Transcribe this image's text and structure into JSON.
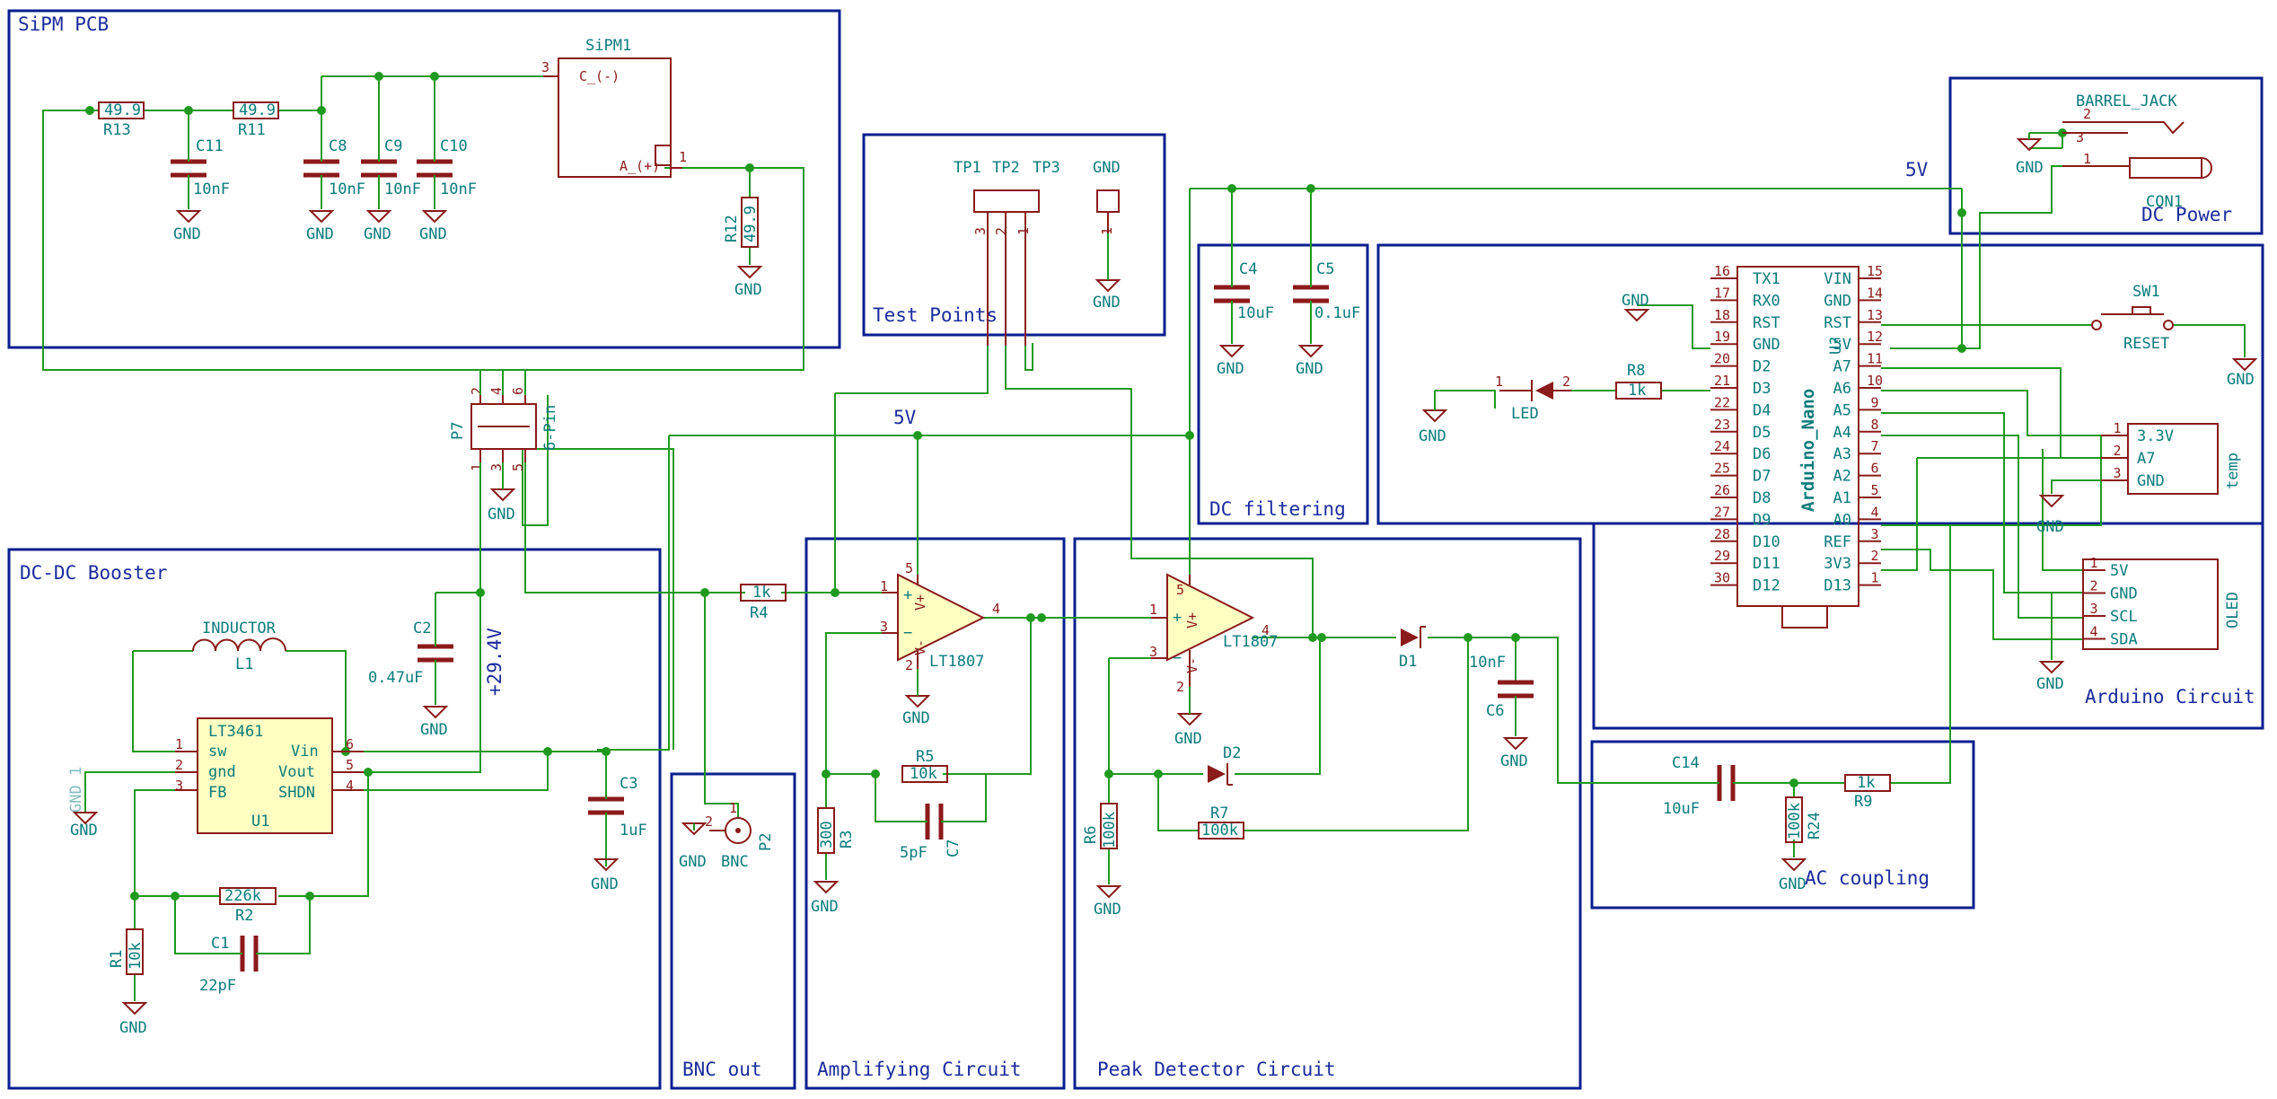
{
  "sections": [
    {
      "label": "SiPM PCB"
    },
    {
      "label": "Test Points"
    },
    {
      "label": "DC filtering"
    },
    {
      "label": "DC Power"
    },
    {
      "label": "Arduino Circuit"
    },
    {
      "label": "DC-DC Booster"
    },
    {
      "label": "BNC out"
    },
    {
      "label": "Amplifying Circuit"
    },
    {
      "label": "Peak Detector Circuit"
    },
    {
      "label": "AC coupling"
    }
  ],
  "net_labels": [
    {
      "text": "5V"
    },
    {
      "text": "5V"
    },
    {
      "text": "+29.4V"
    }
  ],
  "gnd_label": "GND",
  "resistors": [
    {
      "ref": "R13",
      "value": "49.9"
    },
    {
      "ref": "R11",
      "value": "49.9"
    },
    {
      "ref": "R12",
      "value": "49.9"
    },
    {
      "ref": "R4",
      "value": "1k"
    },
    {
      "ref": "R5",
      "value": "10k"
    },
    {
      "ref": "R3",
      "value": "300"
    },
    {
      "ref": "R7",
      "value": "100k"
    },
    {
      "ref": "R6",
      "value": "100k"
    },
    {
      "ref": "R2",
      "value": "226k"
    },
    {
      "ref": "R1",
      "value": "10k"
    },
    {
      "ref": "R8",
      "value": "1k"
    },
    {
      "ref": "R9",
      "value": "1k"
    },
    {
      "ref": "R24",
      "value": "100k"
    }
  ],
  "capacitors": [
    {
      "ref": "C11",
      "value": "10nF"
    },
    {
      "ref": "C8",
      "value": "10nF"
    },
    {
      "ref": "C9",
      "value": "10nF"
    },
    {
      "ref": "C10",
      "value": "10nF"
    },
    {
      "ref": "C4",
      "value": "10uF"
    },
    {
      "ref": "C5",
      "value": "0.1uF"
    },
    {
      "ref": "C2",
      "value": "0.47uF"
    },
    {
      "ref": "C3",
      "value": "1uF"
    },
    {
      "ref": "C1",
      "value": "22pF"
    },
    {
      "ref": "C7",
      "value": "5pF"
    },
    {
      "ref": "C6",
      "value": "10nF"
    },
    {
      "ref": "C14",
      "value": "10uF"
    }
  ],
  "sipm": {
    "ref": "SiPM1",
    "pin_c": "C_(-)",
    "pin_a": "A_(+)",
    "pin3": "3",
    "pin1": "1"
  },
  "test_points": {
    "labels": [
      "TP1",
      "TP2",
      "TP3"
    ],
    "pins": [
      "3",
      "2",
      "1"
    ],
    "gnd": "GND",
    "gnd_pin": "1"
  },
  "p7": {
    "ref": "P7",
    "value": "6-Pin",
    "pins_top": [
      "2",
      "4",
      "6"
    ],
    "pins_bottom": [
      "1",
      "3",
      "5"
    ]
  },
  "opamps": [
    {
      "ref": "LT1807",
      "pins": {
        "in_plus": "1",
        "in_minus": "3",
        "out": "4",
        "vplus": "5",
        "vminus": "2"
      },
      "vp": "V+",
      "vm": "V-"
    },
    {
      "ref": "LT1807",
      "pins": {
        "in_plus": "1",
        "in_minus": "3",
        "out": "4",
        "vplus": "5",
        "vminus": "2"
      },
      "vp": "V+",
      "vm": "V-"
    }
  ],
  "diodes": [
    {
      "ref": "D1"
    },
    {
      "ref": "D2"
    }
  ],
  "bnc": {
    "ref": "P2",
    "value": "BNC",
    "pin2": "2",
    "pin1": "1"
  },
  "booster": {
    "chip": "LT3461",
    "ref": "U1",
    "left_labels": [
      "sw",
      "gnd",
      "FB"
    ],
    "right_labels": [
      "Vin",
      "Vout",
      "SHDN"
    ],
    "left_pins": [
      "1",
      "2",
      "3"
    ],
    "right_pins": [
      "6",
      "5",
      "4"
    ],
    "inductor_label": "INDUCTOR",
    "inductor_ref": "L1",
    "gnd_pin_text": "GND 1"
  },
  "barrel": {
    "label": "BARREL_JACK",
    "ref": "CON1",
    "pins": [
      "2",
      "3",
      "1"
    ]
  },
  "arduino": {
    "name": "Arduino_Nano",
    "ref": "U?",
    "left_pins": [
      [
        "16",
        "TX1"
      ],
      [
        "17",
        "RX0"
      ],
      [
        "18",
        "RST"
      ],
      [
        "19",
        "GND"
      ],
      [
        "20",
        "D2"
      ],
      [
        "21",
        "D3"
      ],
      [
        "22",
        "D4"
      ],
      [
        "23",
        "D5"
      ],
      [
        "24",
        "D6"
      ],
      [
        "25",
        "D7"
      ],
      [
        "26",
        "D8"
      ],
      [
        "27",
        "D9"
      ],
      [
        "28",
        "D10"
      ],
      [
        "29",
        "D11"
      ],
      [
        "30",
        "D12"
      ]
    ],
    "right_pins": [
      [
        "15",
        "VIN"
      ],
      [
        "14",
        "GND"
      ],
      [
        "13",
        "RST"
      ],
      [
        "12",
        "5V"
      ],
      [
        "11",
        "A7"
      ],
      [
        "10",
        "A6"
      ],
      [
        "9",
        "A5"
      ],
      [
        "8",
        "A4"
      ],
      [
        "7",
        "A3"
      ],
      [
        "6",
        "A2"
      ],
      [
        "5",
        "A1"
      ],
      [
        "4",
        "A0"
      ],
      [
        "3",
        "REF"
      ],
      [
        "2",
        "3V3"
      ],
      [
        "1",
        "D13"
      ]
    ]
  },
  "sw1": {
    "ref": "SW1",
    "value": "RESET"
  },
  "led": {
    "label": "LED",
    "pins": [
      "1",
      "2"
    ]
  },
  "temp": {
    "label": "temp",
    "pins": [
      [
        "1",
        "3.3V"
      ],
      [
        "2",
        "A7"
      ],
      [
        "3",
        "GND"
      ]
    ]
  },
  "oled": {
    "label": "OLED",
    "pins": [
      [
        "1",
        "5V"
      ],
      [
        "2",
        "GND"
      ],
      [
        "3",
        "SCL"
      ],
      [
        "4",
        "SDA"
      ]
    ]
  }
}
